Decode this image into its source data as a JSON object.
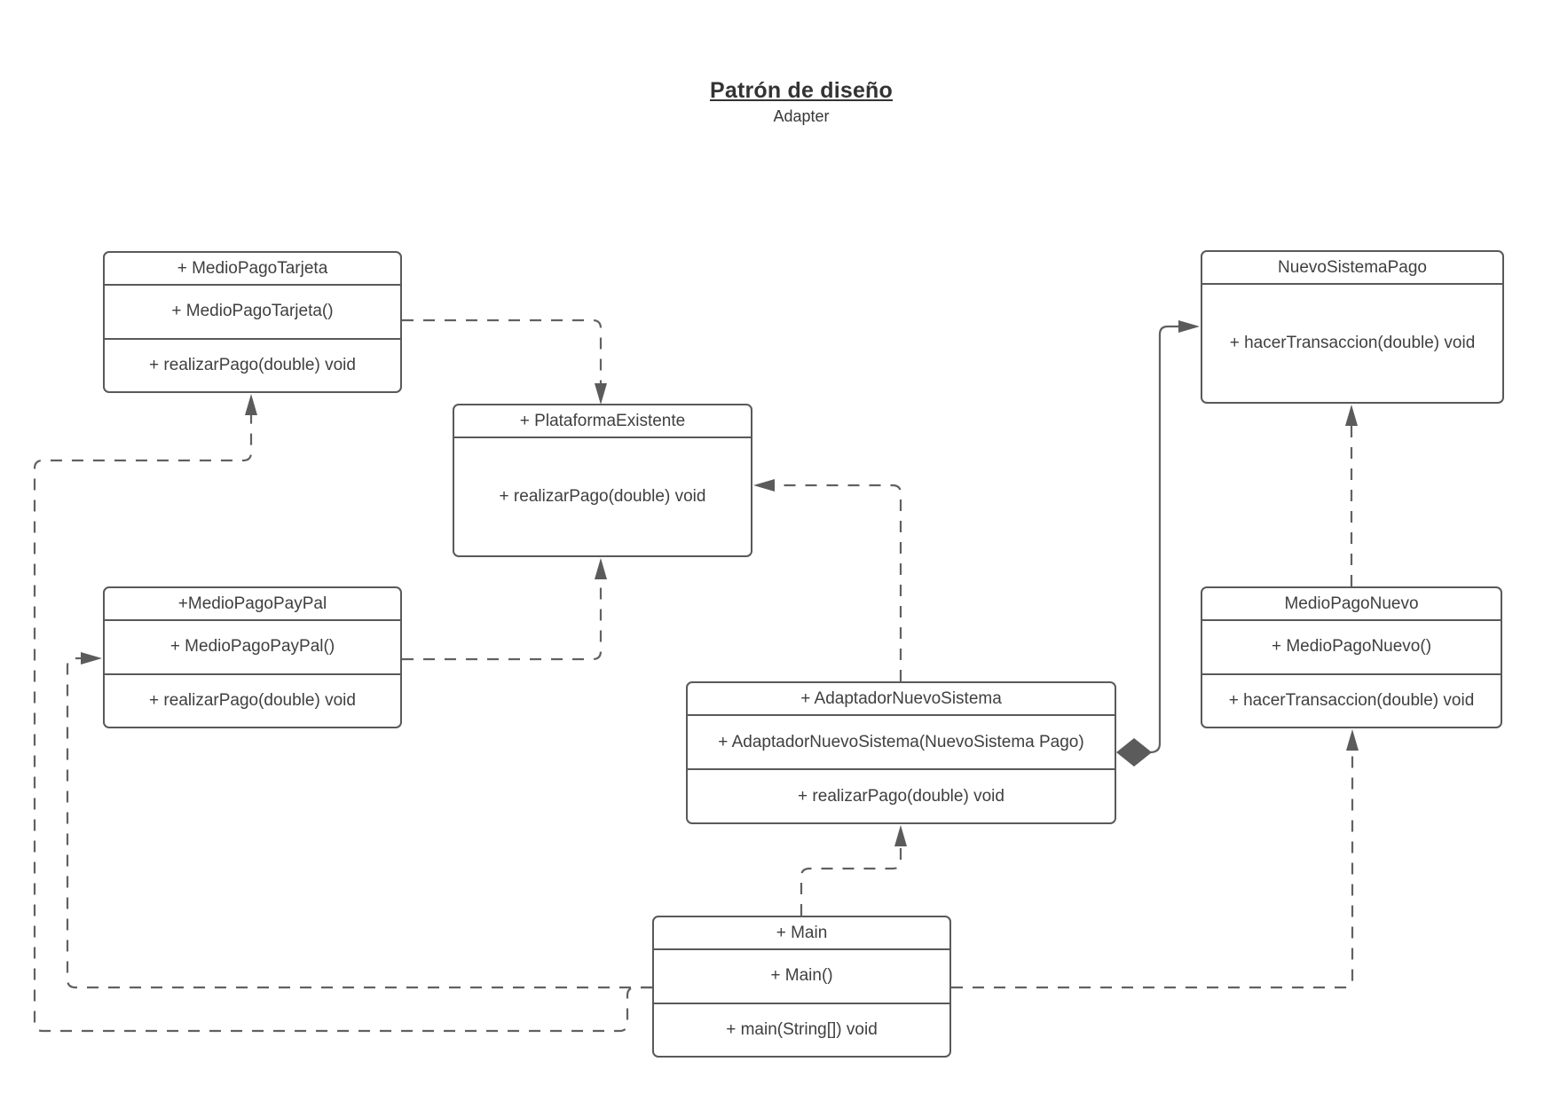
{
  "title": {
    "heading": "Patrón de diseño",
    "subtitle": "Adapter"
  },
  "classes": {
    "medioPagoTarjeta": {
      "header": "+ MedioPagoTarjeta",
      "members": [
        "+ MedioPagoTarjeta()",
        "+ realizarPago(double) void"
      ]
    },
    "plataformaExistente": {
      "header": "+ PlataformaExistente",
      "members": [
        "+ realizarPago(double) void"
      ]
    },
    "nuevoSistemaPago": {
      "header": "NuevoSistemaPago",
      "members": [
        "+ hacerTransaccion(double) void"
      ]
    },
    "medioPagoPayPal": {
      "header": "+MedioPagoPayPal",
      "members": [
        "+ MedioPagoPayPal()",
        "+ realizarPago(double) void"
      ]
    },
    "medioPagoNuevo": {
      "header": "MedioPagoNuevo",
      "members": [
        "+ MedioPagoNuevo()",
        "+ hacerTransaccion(double) void"
      ]
    },
    "adaptadorNuevoSistema": {
      "header": "+ AdaptadorNuevoSistema",
      "members": [
        "+ AdaptadorNuevoSistema(NuevoSistema Pago)",
        "+ realizarPago(double) void"
      ]
    },
    "main": {
      "header": "+ Main",
      "members": [
        "+ Main()",
        "+ main(String[]) void"
      ]
    }
  },
  "relations": [
    {
      "from": "MedioPagoTarjeta",
      "to": "PlataformaExistente",
      "type": "dashed-dependency"
    },
    {
      "from": "MedioPagoPayPal",
      "to": "PlataformaExistente",
      "type": "dashed-dependency"
    },
    {
      "from": "AdaptadorNuevoSistema",
      "to": "PlataformaExistente",
      "type": "dashed-dependency"
    },
    {
      "from": "AdaptadorNuevoSistema",
      "to": "NuevoSistemaPago",
      "type": "composition"
    },
    {
      "from": "MedioPagoNuevo",
      "to": "NuevoSistemaPago",
      "type": "dashed-dependency"
    },
    {
      "from": "Main",
      "to": "AdaptadorNuevoSistema",
      "type": "dashed-dependency"
    },
    {
      "from": "Main",
      "to": "MedioPagoPayPal",
      "type": "dashed-dependency"
    },
    {
      "from": "Main",
      "to": "MedioPagoTarjeta",
      "type": "dashed-dependency"
    },
    {
      "from": "Main",
      "to": "MedioPagoNuevo",
      "type": "dashed-dependency"
    }
  ],
  "colors": {
    "boxBorder": "#595959",
    "connector": "#616161",
    "text": "#3f3f3f",
    "background": "#ffffff"
  }
}
